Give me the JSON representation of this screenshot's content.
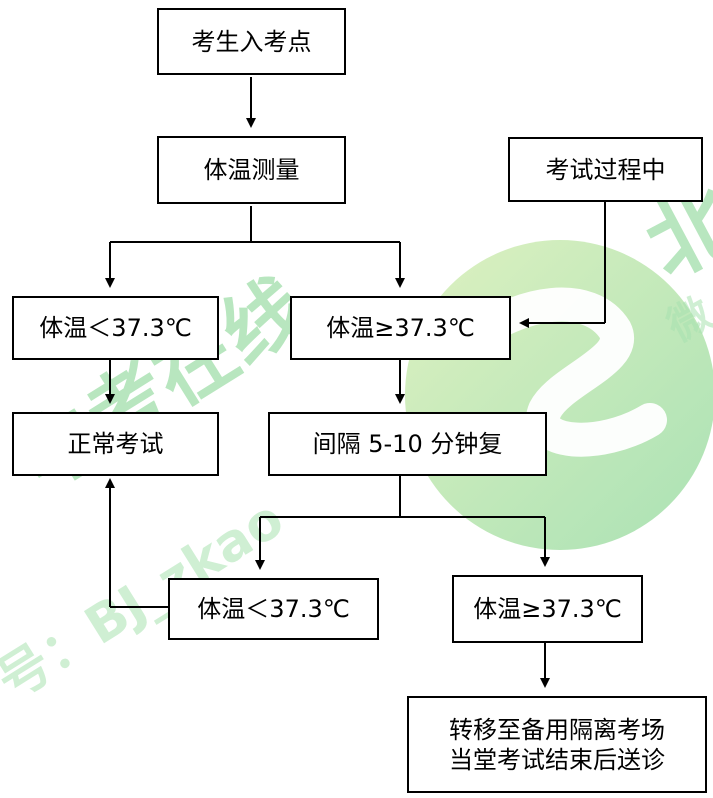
{
  "nodes": {
    "arrival": "考生入考点",
    "temp_measure": "体温测量",
    "during_exam": "考试过程中",
    "normal_temp_1": "体温＜37.3℃",
    "high_temp_1": "体温≥37.3℃",
    "normal_exam": "正常考试",
    "recheck": "间隔 5-10 分钟复",
    "normal_temp_2": "体温＜37.3℃",
    "high_temp_2": "体温≥37.3℃",
    "transfer_line_1": "转移至备用隔离考场",
    "transfer_line_2": "当堂考试结束后送诊"
  },
  "watermark": {
    "main_text": "中考在线",
    "sub_text": "号：BJ_zkao",
    "corner_text": "北",
    "corner_sub_text": "微",
    "circle_color": "#b7e39a",
    "text_color": "#7fd38b"
  },
  "colors": {
    "line": "#000000",
    "box_border": "#000000",
    "background": "#ffffff"
  }
}
